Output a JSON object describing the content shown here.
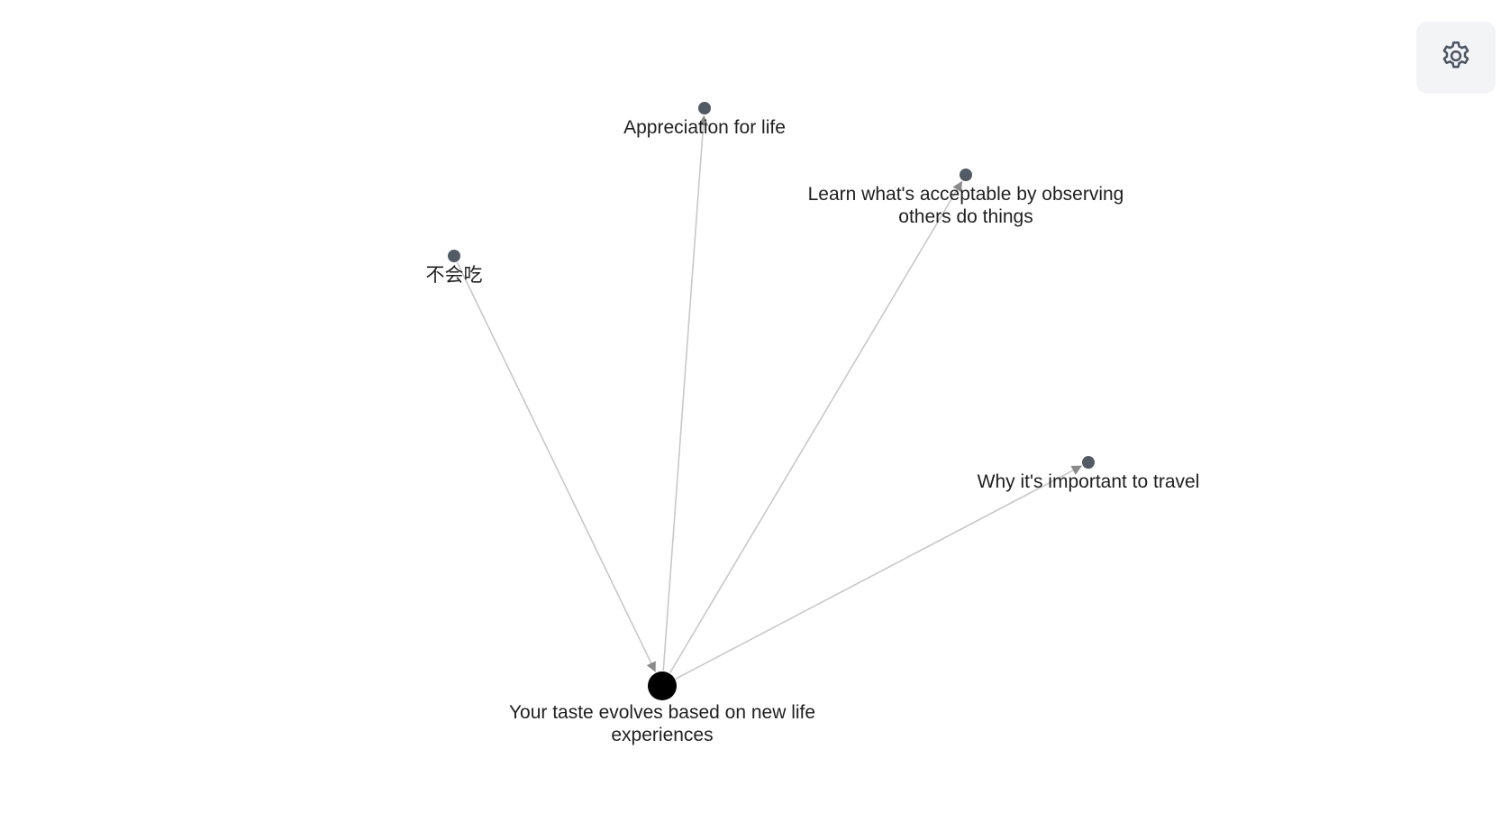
{
  "graph": {
    "nodes": [
      {
        "id": "root",
        "label_lines": [
          "Your taste evolves based on new life",
          "experiences"
        ],
        "kind": "root"
      },
      {
        "id": "n1",
        "label_lines": [
          "Appreciation for life"
        ],
        "kind": "leaf"
      },
      {
        "id": "n2",
        "label_lines": [
          "Learn what's acceptable by observing",
          "others do things"
        ],
        "kind": "leaf"
      },
      {
        "id": "n3",
        "label_lines": [
          "不会吃"
        ],
        "kind": "leaf"
      },
      {
        "id": "n4",
        "label_lines": [
          "Why it's important to travel"
        ],
        "kind": "leaf"
      }
    ],
    "edges": [
      {
        "from": "root",
        "to": "n1"
      },
      {
        "from": "root",
        "to": "n2"
      },
      {
        "from": "n3",
        "to": "root"
      },
      {
        "from": "root",
        "to": "n4"
      }
    ]
  },
  "colors": {
    "root_node": "#000000",
    "leaf_node": "#525a66",
    "edge": "#c8c8c8",
    "arrow": "#8a8a8a",
    "settings_bg": "#f3f4f6",
    "settings_icon": "#4b5563"
  },
  "settings": {
    "icon": "gear-icon"
  }
}
